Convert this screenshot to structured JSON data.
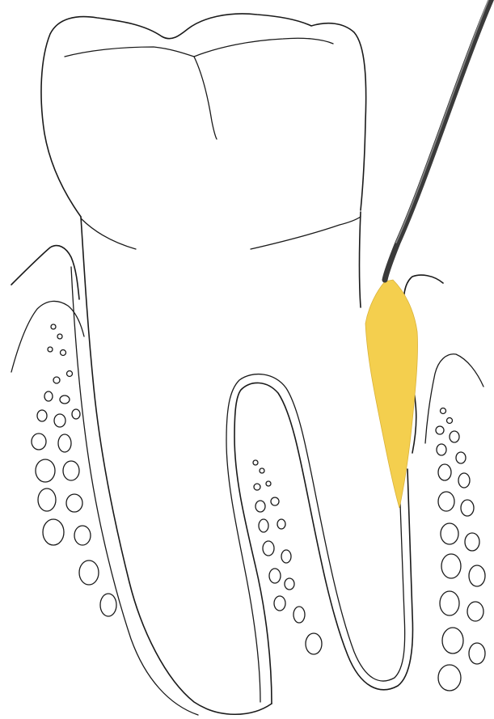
{
  "diagram": {
    "subject": "molar-with-periodontal-pocket-and-probe",
    "colors": {
      "background": "#ffffff",
      "outline": "#1a1a1a",
      "calculus_fill": "#f4cf4e",
      "probe_shaft": "#3a3a3a",
      "probe_highlight": "#8a8a8a"
    },
    "parts": [
      "tooth-crown",
      "tooth-roots",
      "root-surface-lining",
      "gingiva-left",
      "gingiva-right",
      "alveolar-bone-left",
      "alveolar-bone-interradicular",
      "alveolar-bone-right",
      "subgingival-calculus",
      "periodontal-probe"
    ]
  }
}
